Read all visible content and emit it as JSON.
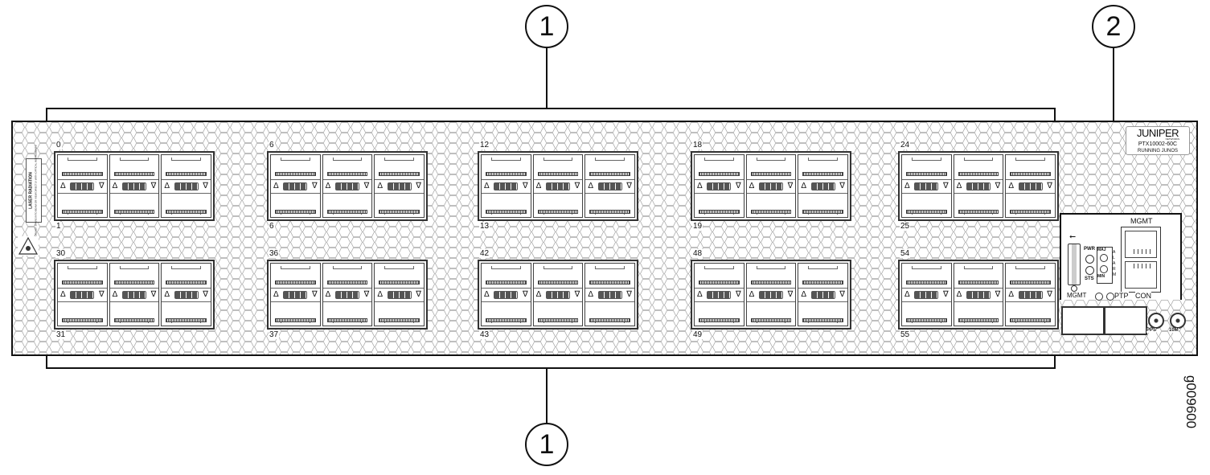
{
  "callouts": {
    "ports": "1",
    "management_panel": "2"
  },
  "chassis": {
    "brand": "JUNIPER",
    "brand_sub": "NETWORKS",
    "model": "PTX10002-60C",
    "os": "RUNNING JUNOS",
    "laser_label": "LASER RADIATION",
    "laser_label_sub": "DO NOT STARE INTO BEAM OR VIEW DIRECTLY WITH OPTICAL INSTRUMENTS",
    "port_groups_top": [
      {
        "top_label": "0",
        "bottom_label": "1"
      },
      {
        "top_label": "6",
        "bottom_label": "6"
      },
      {
        "top_label": "12",
        "bottom_label": "13"
      },
      {
        "top_label": "18",
        "bottom_label": "19"
      },
      {
        "top_label": "24",
        "bottom_label": "25"
      }
    ],
    "port_groups_bottom": [
      {
        "top_label": "30",
        "bottom_label": "31"
      },
      {
        "top_label": "36",
        "bottom_label": "37"
      },
      {
        "top_label": "42",
        "bottom_label": "43"
      },
      {
        "top_label": "48",
        "bottom_label": "49"
      },
      {
        "top_label": "54",
        "bottom_label": "55"
      }
    ],
    "led_up": "Δ",
    "led_down": "∇"
  },
  "mgmt_panel": {
    "mgmt_title": "MGMT",
    "pwr": "PWR",
    "sts": "STS",
    "maj": "MAJ",
    "min": "MIN",
    "alarm": "ALARM",
    "mgmt_led": "MGMT",
    "ptp": "PTP",
    "con": "CON",
    "pps": "PPS",
    "tenm": "10M"
  },
  "figure_id": "g009600"
}
